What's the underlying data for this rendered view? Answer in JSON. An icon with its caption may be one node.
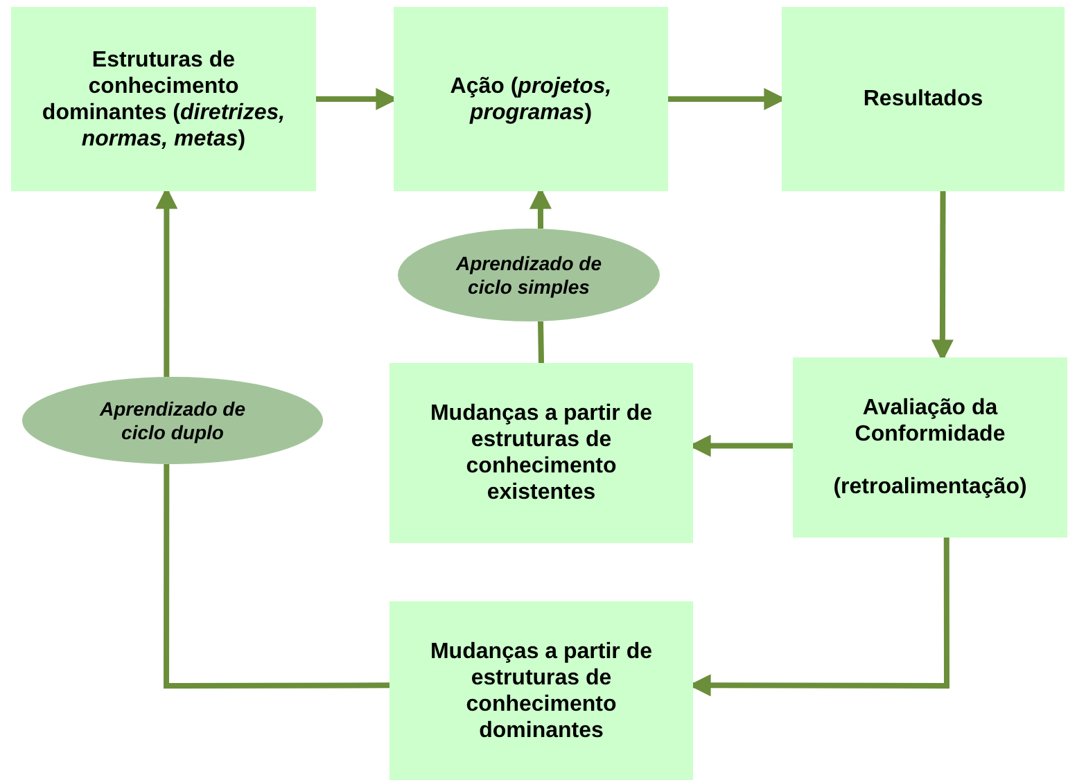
{
  "diagram": {
    "nodes": [
      {
        "text": [
          "Estruturas de conhecimento dominantes (*diretrizes, normas, metas*)"
        ]
      },
      {
        "text": [
          "Ação (*projetos, programas*)"
        ]
      },
      {
        "text": [
          "Resultados"
        ]
      },
      {
        "text": [
          "Avaliação da Conformidade",
          "(retroalimentação)"
        ]
      },
      {
        "text": [
          "Mudanças a partir de estruturas de conhecimento existentes"
        ]
      },
      {
        "text": [
          "Mudanças a partir de estruturas de conhecimento dominantes"
        ]
      },
      {
        "text": [
          "Aprendizado de ciclo simples"
        ]
      },
      {
        "text": [
          "Aprendizado de ciclo duplo"
        ]
      }
    ],
    "edges": [
      {
        "from": 0,
        "to": 1,
        "arrow": "to"
      },
      {
        "from": 1,
        "to": 2,
        "arrow": "to"
      },
      {
        "from": 2,
        "to": 3,
        "arrow": "to"
      },
      {
        "from": 3,
        "to": 4,
        "arrow": "to"
      },
      {
        "from": 3,
        "to": 5,
        "arrow": "to"
      },
      {
        "from": 4,
        "to": 6,
        "arrow": "none"
      },
      {
        "from": 6,
        "to": 1,
        "arrow": "to"
      },
      {
        "from": 5,
        "to": 7,
        "arrow": "none"
      },
      {
        "from": 7,
        "to": 0,
        "arrow": "to"
      }
    ]
  }
}
